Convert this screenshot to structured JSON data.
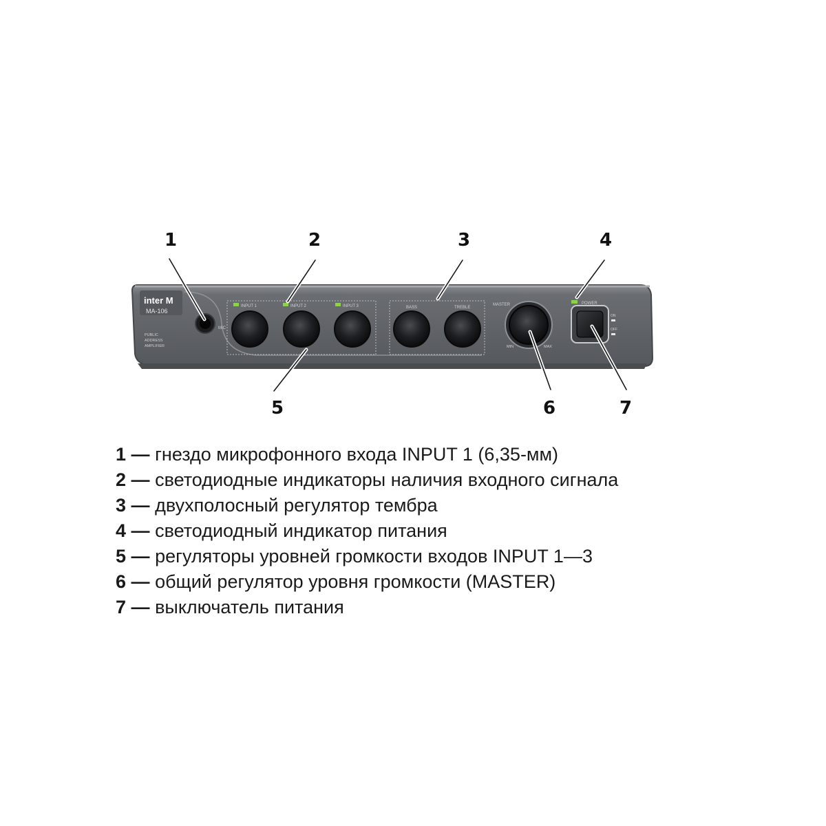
{
  "device": {
    "brand": "inter M",
    "model": "MA-106",
    "subtitle_lines": [
      "PUBLIC",
      "ADDRESS",
      "AMPLIFIER"
    ],
    "mic_label": "MIC",
    "channel_labels": [
      "INPUT 1",
      "INPUT 2",
      "INPUT 3"
    ],
    "bass_label": "BASS",
    "treble_label": "TREBLE",
    "master_label": "MASTER",
    "master_min": "MIN",
    "master_max": "MAX",
    "power_label": "POWER",
    "power_on": "ON",
    "power_off": "OFF",
    "colors": {
      "body": "#5d6064",
      "face": "#6d7075",
      "knob": "#1c1d1f",
      "led": "#8fd14f",
      "outline": "#b8bcc0"
    }
  },
  "callouts": [
    "1",
    "2",
    "3",
    "4",
    "5",
    "6",
    "7"
  ],
  "legend": [
    {
      "num": "1",
      "text": "гнездо микрофонного входа INPUT 1 (6,35-мм)"
    },
    {
      "num": "2",
      "text": "светодиодные индикаторы наличия входного сигнала"
    },
    {
      "num": "3",
      "text": "двухполосный регулятор тембра"
    },
    {
      "num": "4",
      "text": "светодиодный индикатор питания"
    },
    {
      "num": "5",
      "text": "регуляторы уровней громкости входов INPUT 1—3"
    },
    {
      "num": "6",
      "text": "общий регулятор уровня громкости (MASTER)"
    },
    {
      "num": "7",
      "text": "выключатель питания"
    }
  ],
  "legend_dash": "—"
}
